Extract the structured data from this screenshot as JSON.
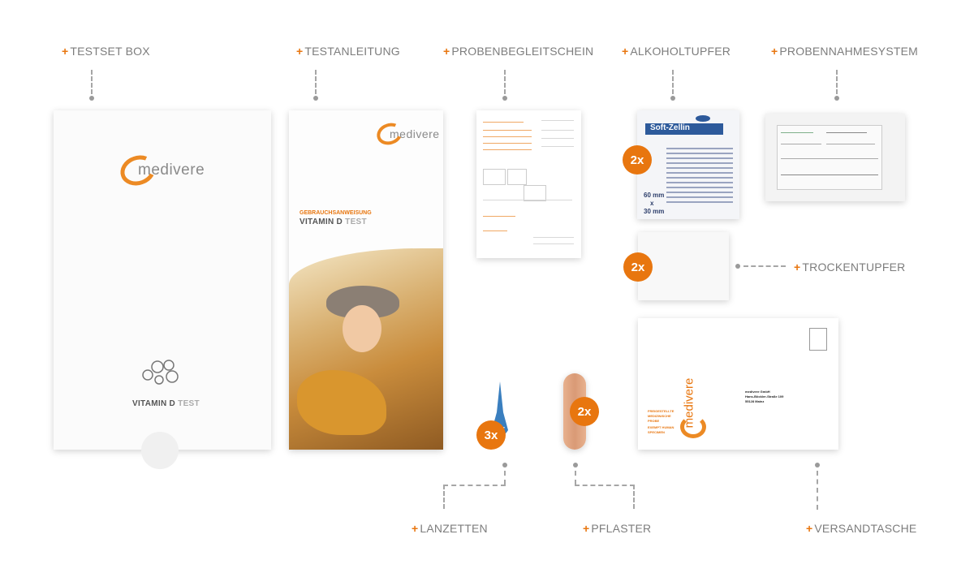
{
  "labels": {
    "testset_box": "TESTSET BOX",
    "testanleitung": "TESTANLEITUNG",
    "probenbegleitschein": "PROBENBEGLEITSCHEIN",
    "alkoholtupfer": "ALKOHOLTUPFER",
    "probennahmesystem": "PROBENNAHMESYSTEM",
    "trockentupfer": "TROCKENTUPFER",
    "lanzetten": "LANZETTEN",
    "pflaster": "PFLASTER",
    "versandtasche": "VERSANDTASCHE",
    "plus": "+"
  },
  "badges": {
    "alkoholtupfer": "2x",
    "trockentupfer": "2x",
    "lanzetten": "3x",
    "pflaster": "2x"
  },
  "box": {
    "logo": "medivere",
    "title_main": "VITAMIN D",
    "title_light": "TEST"
  },
  "booklet": {
    "logo": "medivere",
    "subtitle": "GEBRAUCHSANWEISUNG",
    "title_main": "VITAMIN D",
    "title_light": "TEST"
  },
  "wipe": {
    "brand": "Soft-Zellin",
    "size_top": "60 mm",
    "size_x": "x",
    "size_bottom": "30 mm"
  },
  "envelope": {
    "logo": "medivere",
    "side_text": "FREIGESTELLTE MEDIZINISCHE PROBE",
    "side_text_en": "EXEMPT HUMAN SPECIMEN",
    "address_1": "medivere GmbH",
    "address_2": "Hans-Böckler-Straße 109",
    "address_3": "55128 Mainz"
  },
  "colors": {
    "accent": "#e8760f",
    "label_text": "#7d7d7d",
    "dash": "#a6a6a6"
  }
}
